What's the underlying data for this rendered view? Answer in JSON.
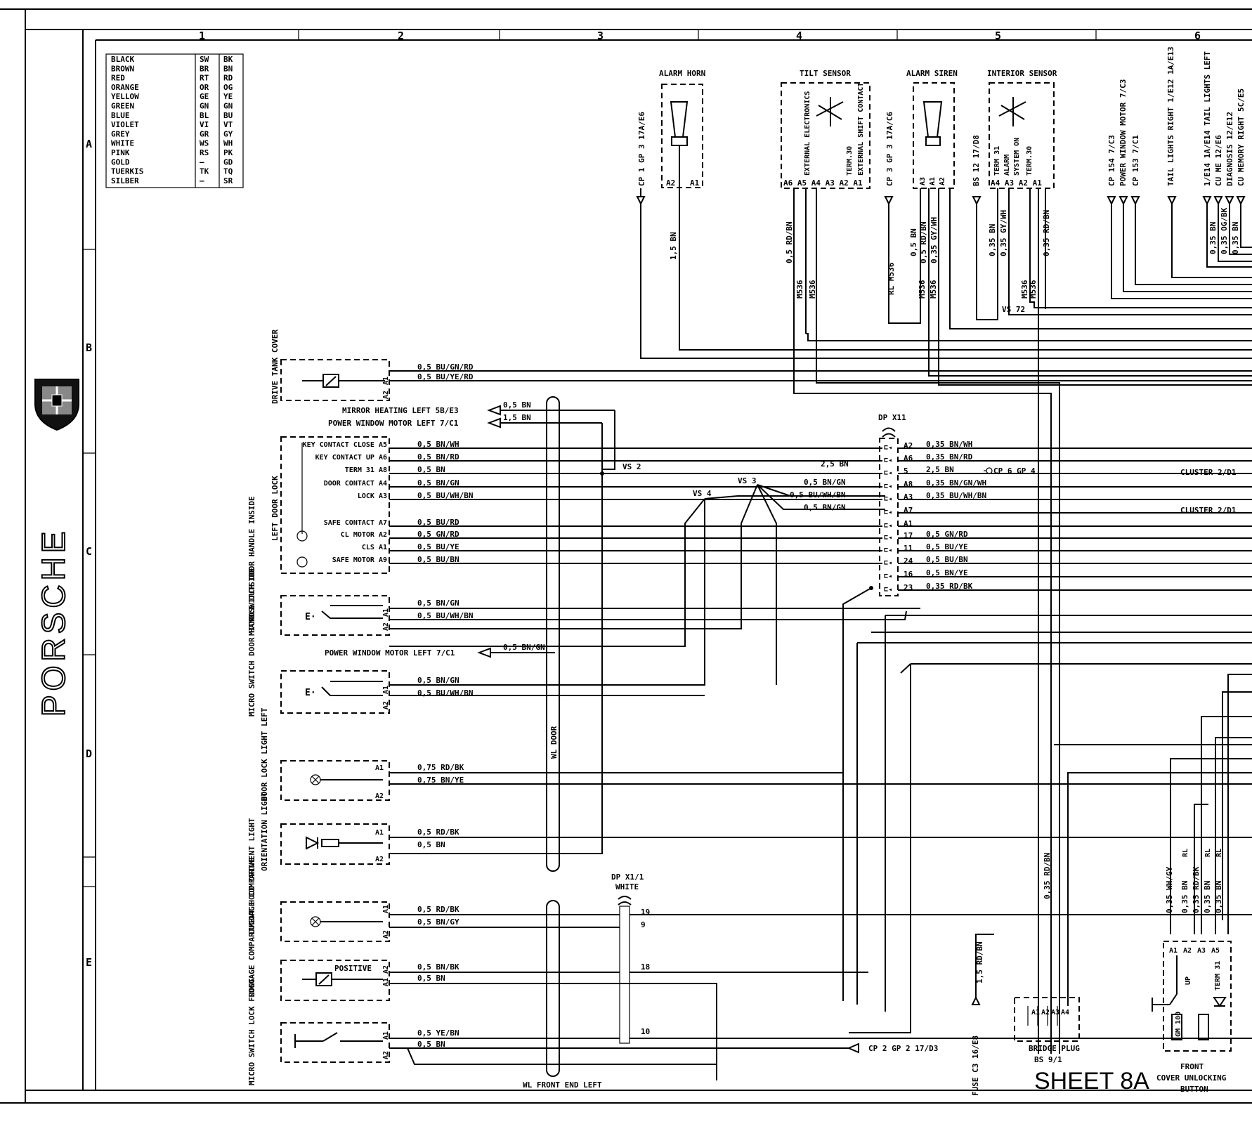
{
  "sheet": "SHEET 8A",
  "brand": "PORSCHE",
  "columns": [
    "1",
    "2",
    "3",
    "4",
    "5",
    "6"
  ],
  "rows": [
    "A",
    "B",
    "C",
    "D",
    "E"
  ],
  "color_table": [
    [
      "BLACK",
      "SW",
      "BK"
    ],
    [
      "BROWN",
      "BR",
      "BN"
    ],
    [
      "RED",
      "RT",
      "RD"
    ],
    [
      "ORANGE",
      "OR",
      "OG"
    ],
    [
      "YELLOW",
      "GE",
      "YE"
    ],
    [
      "GREEN",
      "GN",
      "GN"
    ],
    [
      "BLUE",
      "BL",
      "BU"
    ],
    [
      "VIOLET",
      "VI",
      "VT"
    ],
    [
      "GREY",
      "GR",
      "GY"
    ],
    [
      "WHITE",
      "WS",
      "WH"
    ],
    [
      "PINK",
      "RS",
      "PK"
    ],
    [
      "GOLD",
      "—",
      "GD"
    ],
    [
      "TUERKIS",
      "TK",
      "TQ"
    ],
    [
      "SILBER",
      "—",
      "SR"
    ]
  ],
  "top_components": {
    "alarm_horn": "ALARM HORN",
    "tilt_sensor": "TILT SENSOR",
    "alarm_siren": "ALARM SIREN",
    "interior_sensor": "INTERIOR SENSOR",
    "tilt_inner": [
      "EXTERNAL ELECTRONICS",
      "TERM.30",
      "EXTERNAL SHIFT CONTACT"
    ],
    "tilt_pins": "A6 A5 A4 A3 A2 A1",
    "horn_pins": [
      "A2",
      "A1"
    ],
    "siren_pins": [
      "A3",
      "A1",
      "A2"
    ],
    "interior_inner": [
      "TERM 31",
      "ALARM",
      "SYSTEM ON",
      "TERM.30"
    ],
    "interior_pins": "A4 A3 A2 A1"
  },
  "vertical_labels": {
    "cp1": "CP 1 GP 3   17A/E6",
    "cp3": "CP 3 GP 3   17A/C6",
    "bs12": "BS 12   17/D8",
    "cp154": "CP 154  7/C3",
    "cp153": "CP 153  7/C1",
    "pwm": "POWER WINDOW MOTOR  7/C3",
    "tail_right": "TAIL LIGHTS RIGHT  1/E12 1A/E13",
    "tail_left": "1/E14 1A/E14  TAIL LIGHTS LEFT",
    "cu_me": "CU ME   12/E6",
    "diag": "DIAGNOSIS  12/E12",
    "cu_mem": "CU MEMORY RIGHT  5C/E5",
    "w15bn": "1,5 BN",
    "w05rdbn": "0,5 RD/BN",
    "m536a": "M536",
    "m536b": "M536",
    "rlm536": "RL M536",
    "w05bn": "0,5 BN",
    "w05rdbn2": "0,5 RD/BN",
    "w035gywh": "0,35 GY/WH",
    "m536c": "M536",
    "m536d": "M536",
    "w035bn": "0,35 BN",
    "w035gywh2": "0,35 GY/WH",
    "m536e": "M536",
    "m536f": "M536",
    "w035rdbn": "0,35 RD/BN",
    "w035bn2": "0,35 BN",
    "w035ogbk": "0,35 OG/BK",
    "w035bn3": "0,35 BN",
    "drive_tank": "DRIVE TANK COVER",
    "door_lock": "LEFT   DOOR LOCK",
    "ms_inside": "MICROSWITCH DOOR HANDLE INSIDE",
    "ms_outside": "MICRO SWITCH DOOR HANDLE OUTSIDE",
    "door_light": "DOOR LOCK LIGHT LEFT",
    "orient": "ORIENTATION LIGHT",
    "lug_light": "LUGGAGE COMPARTMENT LIGHT",
    "lug_drive": "LUGGAGE COMPARTMENT HOOD DRIVE",
    "ms_front": "MICRO SWITCH LOCK FRONT",
    "wl_door": "WL DOOR",
    "fuse": "FUSE C3  16/E8",
    "w15rdbn": "1,5 RD/BN",
    "w035rdbn2": "0,35 RD/BN",
    "w035whgy": "0,35 WH/GY",
    "w035bn4": "0,35 BN",
    "w035rdbk": "0,35 RD/BK",
    "w035bn5": "0,35 BN",
    "w035bn6": "0,35 BN",
    "rl1": "RL",
    "rl2": "RL",
    "rl3": "RL",
    "up": "UP",
    "term31": "TERM 31",
    "gm100": "GM 100"
  },
  "drive_tank_wires": [
    "0,5 BU/GN/RD",
    "0,5 BU/YE/RD"
  ],
  "mirror": {
    "label": "MIRROR HEATING LEFT   5B/E3",
    "wire": "0,5 BN"
  },
  "pwm_left": {
    "label": "POWER WINDOW MOTOR LEFT   7/C1",
    "wire": "1,5 BN"
  },
  "pwm_left2": {
    "label": "POWER WINDOW MOTOR LEFT   7/C1",
    "wire": "0,5 BN/GN"
  },
  "door_lock_pins": [
    {
      "pin": "KEY CONTACT CLOSE A5",
      "wire": "0,5 BN/WH"
    },
    {
      "pin": "KEY CONTACT UP A6",
      "wire": "0,5 BN/RD"
    },
    {
      "pin": "TERM 31 A8",
      "wire": "0,5 BN"
    },
    {
      "pin": "DOOR CONTACT A4",
      "wire": "0,5 BN/GN"
    },
    {
      "pin": "LOCK A3",
      "wire": "0,5 BU/WH/BN"
    },
    {
      "pin": "SAFE CONTACT A7",
      "wire": "0,5 BU/RD"
    },
    {
      "pin": "CL MOTOR A2",
      "wire": "0,5 GN/RD"
    },
    {
      "pin": "CLS A1",
      "wire": "0,5 BU/YE"
    },
    {
      "pin": "SAFE MOTOR A9",
      "wire": "0,5 BU/BN"
    }
  ],
  "vs": {
    "vs2": "VS 2",
    "vs3": "VS 3",
    "vs4": "VS 4",
    "vs72": "VS 72"
  },
  "mid_wires": {
    "w25bn": "2,5 BN",
    "w05bngn": "0,5 BN/GN",
    "w05buwhbn": "0,5 BU/WH/BN",
    "w05bngn2": "0,5 BN/GN"
  },
  "dp_x11": {
    "title": "DP X11",
    "pins": [
      {
        "pin": "A2",
        "wire": "0,35 BN/WH"
      },
      {
        "pin": "A6",
        "wire": "0,35 BN/RD"
      },
      {
        "pin": "5",
        "wire": "2,5 BN"
      },
      {
        "pin": "A8",
        "wire": "0,35 BN/GN/WH"
      },
      {
        "pin": "A3",
        "wire": "0,35 BU/WH/BN"
      },
      {
        "pin": "A7",
        "wire": ""
      },
      {
        "pin": "A1",
        "wire": ""
      },
      {
        "pin": "17",
        "wire": "0,5 GN/RD"
      },
      {
        "pin": "11",
        "wire": "0,5 BU/YE"
      },
      {
        "pin": "24",
        "wire": "0,5 BU/BN"
      },
      {
        "pin": "16",
        "wire": "0,5 BN/YE"
      },
      {
        "pin": "23",
        "wire": "0,35 RD/BK"
      }
    ]
  },
  "cp6": "CP 6 GP 4",
  "cluster1": "CLUSTER   2/D1",
  "cluster2": "CLUSTER   2/D1",
  "ms_inside_wires": [
    "0,5 BN/GN",
    "0,5 BU/WH/BN"
  ],
  "ms_outside_wires": [
    "0,5 BN/GN",
    "0,5 BU/WH/BN"
  ],
  "door_light_wires": [
    "0,75 RD/BK",
    "0,75 BN/YE"
  ],
  "orient_wires": [
    "0,5 RD/BK",
    "0,5 BN"
  ],
  "lug_light_wires": [
    "0,5 RD/BK",
    "0,5 BN/GY"
  ],
  "lug_drive_wires": [
    "0,5 BN/BK",
    "0,5 BN"
  ],
  "ms_front_wires": [
    "0,5 YE/BN",
    "0,5 BN"
  ],
  "positive": "POSITIVE",
  "dp_x1": {
    "title": "DP X1/1",
    "sub": "WHITE",
    "pins": [
      "19",
      "9",
      "18",
      "10"
    ]
  },
  "cp2": "CP 2 GP 2  17/D3",
  "wl_front": "WL FRONT END LEFT",
  "bridge": {
    "title": "BRIDGE PLUG",
    "sub": "BS 9/1",
    "pins": [
      "A1",
      "A2",
      "A3",
      "A4"
    ]
  },
  "front_cover": {
    "title": [
      "FRONT",
      "COVER UNLOCKING",
      "BUTTON"
    ],
    "pins": [
      "A1",
      "A2",
      "A3",
      "A5"
    ]
  },
  "pin_labels": {
    "a1": "A1",
    "a2": "A2"
  }
}
